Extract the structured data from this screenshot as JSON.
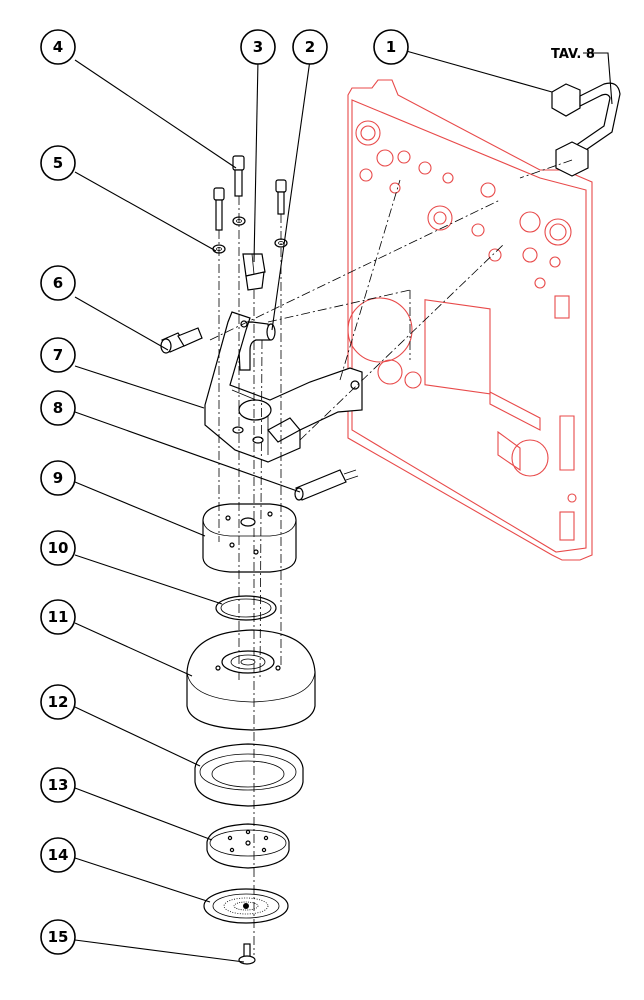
{
  "sheet_reference": "TAV. 8",
  "callouts": [
    "1",
    "2",
    "3",
    "4",
    "5",
    "6",
    "7",
    "8",
    "9",
    "10",
    "11",
    "12",
    "13",
    "14",
    "15"
  ],
  "colors": {
    "line": "#000000",
    "panel": "#e84a4a",
    "background": "#ffffff"
  }
}
